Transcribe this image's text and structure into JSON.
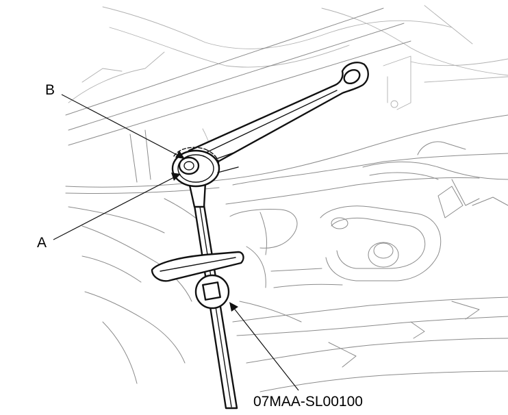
{
  "callouts": {
    "a": "A",
    "b": "B",
    "tool": "07MAA-SL00100"
  }
}
